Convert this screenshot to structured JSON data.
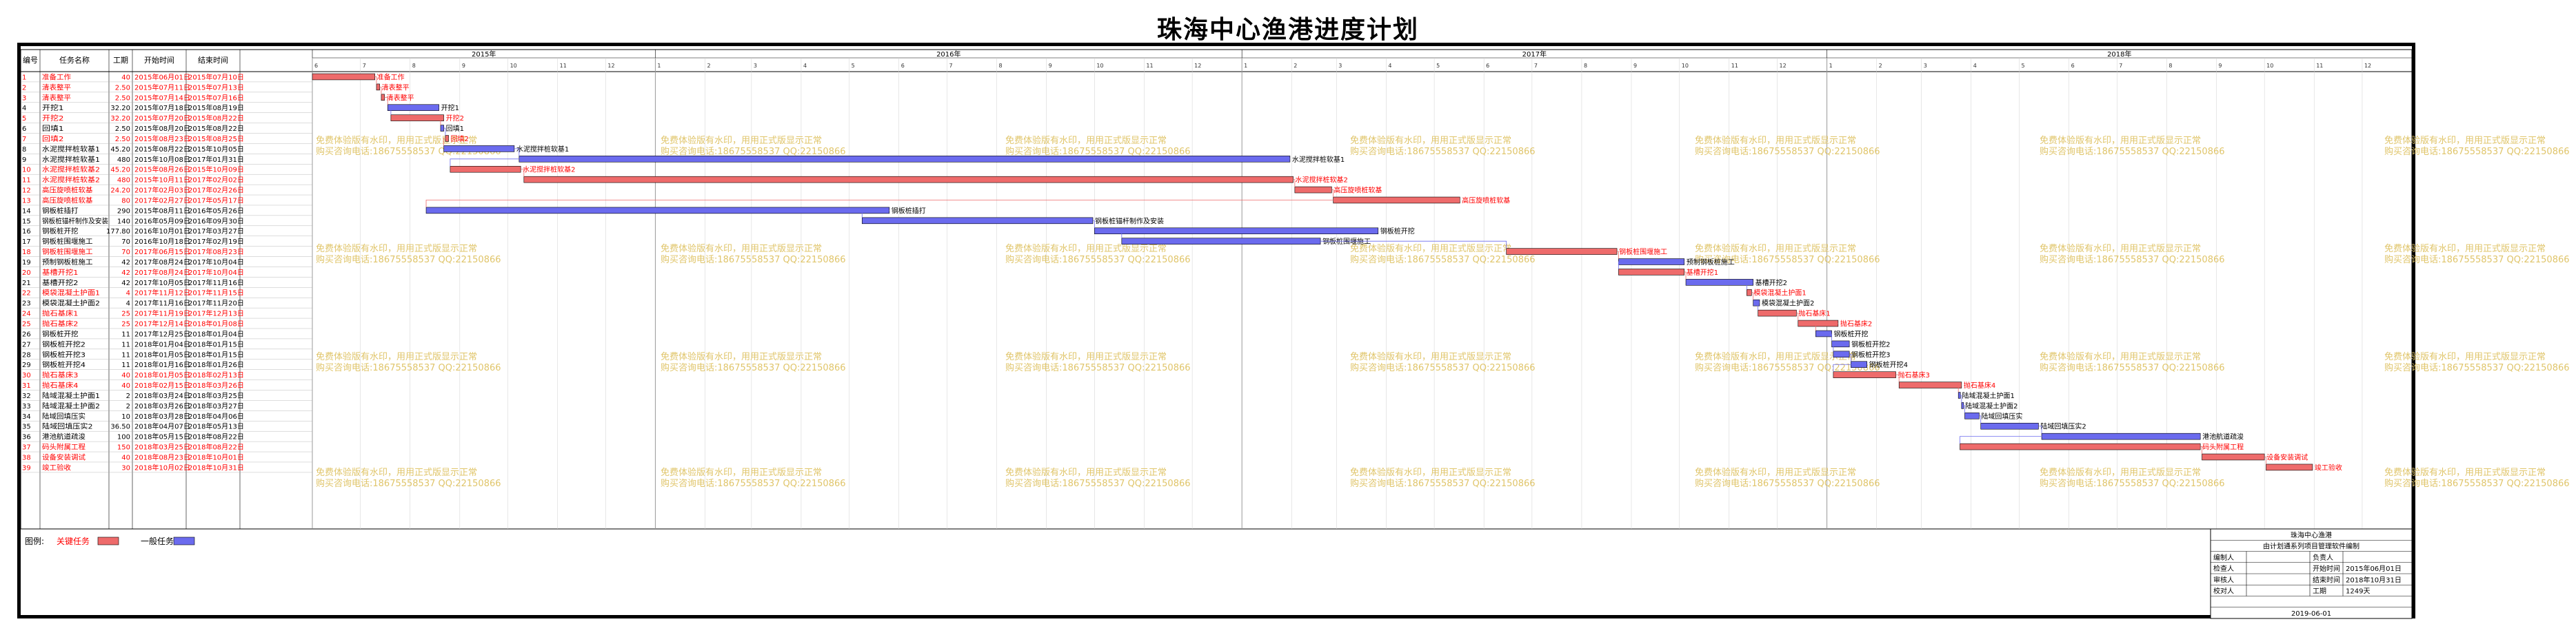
{
  "title": "珠海中心渔港进度计划",
  "columns": {
    "id": "编号",
    "name": "任务名称",
    "duration": "工期",
    "start": "开始时间",
    "end": "结束时间"
  },
  "years": [
    "2015年",
    "2016年",
    "2017年",
    "2018年"
  ],
  "colors": {
    "critical": "#ee6b6b",
    "normal": "#6b6bee",
    "critical_text": "#ff0000",
    "normal_text": "#000000",
    "grid": "#cfcfcf",
    "watermark": "#e0c56a"
  },
  "watermark": {
    "line1": "免费体验版有水印，用用正式版显示正常",
    "line2": "购买咨询电话:18675558537 QQ:22150866"
  },
  "legend": {
    "label": "图例:",
    "critical": "关键任务",
    "normal": "一般任务"
  },
  "info_box": {
    "project": "珠海中心渔港",
    "software": "由计划通系列项目管理软件编制",
    "rows": [
      [
        "编制人",
        "",
        "负责人",
        ""
      ],
      [
        "检查人",
        "",
        "开始时间",
        "2015年06月01日"
      ],
      [
        "审核人",
        "",
        "结束时间",
        "2018年10月31日"
      ],
      [
        "校对人",
        "",
        "工期",
        "1249天"
      ]
    ],
    "date": "2019-06-01"
  },
  "chart_data": {
    "type": "gantt",
    "title": "珠海中心渔港进度计划",
    "x_range": [
      "2015-06-01",
      "2018-12-31"
    ],
    "tasks": [
      {
        "id": 1,
        "name": "准备工作",
        "duration": "40",
        "start": "2015年06月01日",
        "end": "2015年07月10日",
        "s": "2015-06-01",
        "e": "2015-07-10",
        "critical": true
      },
      {
        "id": 2,
        "name": "清表整平",
        "duration": "2.50",
        "start": "2015年07月11日",
        "end": "2015年07月13日",
        "s": "2015-07-11",
        "e": "2015-07-13",
        "critical": true
      },
      {
        "id": 3,
        "name": "清表整平",
        "duration": "2.50",
        "start": "2015年07月14日",
        "end": "2015年07月16日",
        "s": "2015-07-14",
        "e": "2015-07-16",
        "critical": true
      },
      {
        "id": 4,
        "name": "开挖1",
        "duration": "32.20",
        "start": "2015年07月18日",
        "end": "2015年08月19日",
        "s": "2015-07-18",
        "e": "2015-08-19",
        "critical": false
      },
      {
        "id": 5,
        "name": "开挖2",
        "duration": "32.20",
        "start": "2015年07月20日",
        "end": "2015年08月22日",
        "s": "2015-07-20",
        "e": "2015-08-22",
        "critical": true
      },
      {
        "id": 6,
        "name": "回填1",
        "duration": "2.50",
        "start": "2015年08月20日",
        "end": "2015年08月22日",
        "s": "2015-08-20",
        "e": "2015-08-22",
        "critical": false
      },
      {
        "id": 7,
        "name": "回填2",
        "duration": "2.50",
        "start": "2015年08月23日",
        "end": "2015年08月25日",
        "s": "2015-08-23",
        "e": "2015-08-25",
        "critical": true
      },
      {
        "id": 8,
        "name": "水泥搅拌桩软基1",
        "duration": "45.20",
        "start": "2015年08月22日",
        "end": "2015年10月05日",
        "s": "2015-08-22",
        "e": "2015-10-05",
        "critical": false
      },
      {
        "id": 9,
        "name": "水泥搅拌桩软基1",
        "duration": "480",
        "start": "2015年10月08日",
        "end": "2017年01月31日",
        "s": "2015-10-08",
        "e": "2017-01-31",
        "critical": false
      },
      {
        "id": 10,
        "name": "水泥搅拌桩软基2",
        "duration": "45.20",
        "start": "2015年08月26日",
        "end": "2015年10月09日",
        "s": "2015-08-26",
        "e": "2015-10-09",
        "critical": true
      },
      {
        "id": 11,
        "name": "水泥搅拌桩软基2",
        "duration": "480",
        "start": "2015年10月11日",
        "end": "2017年02月02日",
        "s": "2015-10-11",
        "e": "2017-02-02",
        "critical": true
      },
      {
        "id": 12,
        "name": "高压旋喷桩软基",
        "duration": "24.20",
        "start": "2017年02月03日",
        "end": "2017年02月26日",
        "s": "2017-02-03",
        "e": "2017-02-26",
        "critical": true
      },
      {
        "id": 13,
        "name": "高压旋喷桩软基",
        "duration": "80",
        "start": "2017年02月27日",
        "end": "2017年05月17日",
        "s": "2017-02-27",
        "e": "2017-05-17",
        "critical": true
      },
      {
        "id": 14,
        "name": "钢板桩插打",
        "duration": "290",
        "start": "2015年08月11日",
        "end": "2016年05月26日",
        "s": "2015-08-11",
        "e": "2016-05-26",
        "critical": false
      },
      {
        "id": 15,
        "name": "钢板桩锚杆制作及安装",
        "duration": "140",
        "start": "2016年05月09日",
        "end": "2016年09月30日",
        "s": "2016-05-09",
        "e": "2016-09-30",
        "critical": false
      },
      {
        "id": 16,
        "name": "钢板桩开挖",
        "duration": "177.80",
        "start": "2016年10月01日",
        "end": "2017年03月27日",
        "s": "2016-10-01",
        "e": "2017-03-27",
        "critical": false
      },
      {
        "id": 17,
        "name": "钢板桩围堰施工",
        "duration": "70",
        "start": "2016年10月18日",
        "end": "2017年02月19日",
        "s": "2016-10-18",
        "e": "2017-02-19",
        "critical": false
      },
      {
        "id": 18,
        "name": "钢板桩围堰施工",
        "duration": "70",
        "start": "2017年06月15日",
        "end": "2017年08月23日",
        "s": "2017-06-15",
        "e": "2017-08-23",
        "critical": true
      },
      {
        "id": 19,
        "name": "预制钢板桩施工",
        "duration": "42",
        "start": "2017年08月24日",
        "end": "2017年10月04日",
        "s": "2017-08-24",
        "e": "2017-10-04",
        "critical": false
      },
      {
        "id": 20,
        "name": "基槽开挖1",
        "duration": "42",
        "start": "2017年08月24日",
        "end": "2017年10月04日",
        "s": "2017-08-24",
        "e": "2017-10-04",
        "critical": true
      },
      {
        "id": 21,
        "name": "基槽开挖2",
        "duration": "42",
        "start": "2017年10月05日",
        "end": "2017年11月16日",
        "s": "2017-10-05",
        "e": "2017-11-16",
        "critical": false
      },
      {
        "id": 22,
        "name": "模袋混凝土护面1",
        "duration": "4",
        "start": "2017年11月12日",
        "end": "2017年11月15日",
        "s": "2017-11-12",
        "e": "2017-11-15",
        "critical": true
      },
      {
        "id": 23,
        "name": "模袋混凝土护面2",
        "duration": "4",
        "start": "2017年11月16日",
        "end": "2017年11月20日",
        "s": "2017-11-16",
        "e": "2017-11-20",
        "critical": false
      },
      {
        "id": 24,
        "name": "抛石基床1",
        "duration": "25",
        "start": "2017年11月19日",
        "end": "2017年12月13日",
        "s": "2017-11-19",
        "e": "2017-12-13",
        "critical": true
      },
      {
        "id": 25,
        "name": "抛石基床2",
        "duration": "25",
        "start": "2017年12月14日",
        "end": "2018年01月08日",
        "s": "2017-12-14",
        "e": "2018-01-08",
        "critical": true
      },
      {
        "id": 26,
        "name": "钢板桩开挖",
        "duration": "11",
        "start": "2017年12月25日",
        "end": "2018年01月04日",
        "s": "2017-12-25",
        "e": "2018-01-04",
        "critical": false
      },
      {
        "id": 27,
        "name": "钢板桩开挖2",
        "duration": "11",
        "start": "2018年01月04日",
        "end": "2018年01月15日",
        "s": "2018-01-04",
        "e": "2018-01-15",
        "critical": false
      },
      {
        "id": 28,
        "name": "钢板桩开挖3",
        "duration": "11",
        "start": "2018年01月05日",
        "end": "2018年01月15日",
        "s": "2018-01-05",
        "e": "2018-01-15",
        "critical": false
      },
      {
        "id": 29,
        "name": "钢板桩开挖4",
        "duration": "11",
        "start": "2018年01月16日",
        "end": "2018年01月26日",
        "s": "2018-01-16",
        "e": "2018-01-26",
        "critical": false
      },
      {
        "id": 30,
        "name": "抛石基床3",
        "duration": "40",
        "start": "2018年01月05日",
        "end": "2018年02月13日",
        "s": "2018-01-05",
        "e": "2018-02-13",
        "critical": true
      },
      {
        "id": 31,
        "name": "抛石基床4",
        "duration": "40",
        "start": "2018年02月15日",
        "end": "2018年03月26日",
        "s": "2018-02-15",
        "e": "2018-03-26",
        "critical": true
      },
      {
        "id": 32,
        "name": "陆域混凝土护面1",
        "duration": "2",
        "start": "2018年03月24日",
        "end": "2018年03月25日",
        "s": "2018-03-24",
        "e": "2018-03-25",
        "critical": false
      },
      {
        "id": 33,
        "name": "陆域混凝土护面2",
        "duration": "2",
        "start": "2018年03月26日",
        "end": "2018年03月27日",
        "s": "2018-03-26",
        "e": "2018-03-27",
        "critical": false
      },
      {
        "id": 34,
        "name": "陆域回填压实",
        "duration": "10",
        "start": "2018年03月28日",
        "end": "2018年04月06日",
        "s": "2018-03-28",
        "e": "2018-04-06",
        "critical": false
      },
      {
        "id": 35,
        "name": "陆域回填压实2",
        "duration": "36.50",
        "start": "2018年04月07日",
        "end": "2018年05月13日",
        "s": "2018-04-07",
        "e": "2018-05-13",
        "critical": false
      },
      {
        "id": 36,
        "name": "港池航道疏浚",
        "duration": "100",
        "start": "2018年05月15日",
        "end": "2018年08月22日",
        "s": "2018-05-15",
        "e": "2018-08-22",
        "critical": false
      },
      {
        "id": 37,
        "name": "码头附属工程",
        "duration": "150",
        "start": "2018年03月25日",
        "end": "2018年08月22日",
        "s": "2018-03-25",
        "e": "2018-08-22",
        "critical": true
      },
      {
        "id": 38,
        "name": "设备安装调试",
        "duration": "40",
        "start": "2018年08月23日",
        "end": "2018年10月01日",
        "s": "2018-08-23",
        "e": "2018-10-01",
        "critical": true
      },
      {
        "id": 39,
        "name": "竣工验收",
        "duration": "30",
        "start": "2018年10月02日",
        "end": "2018年10月31日",
        "s": "2018-10-02",
        "e": "2018-10-31",
        "critical": true
      }
    ]
  }
}
